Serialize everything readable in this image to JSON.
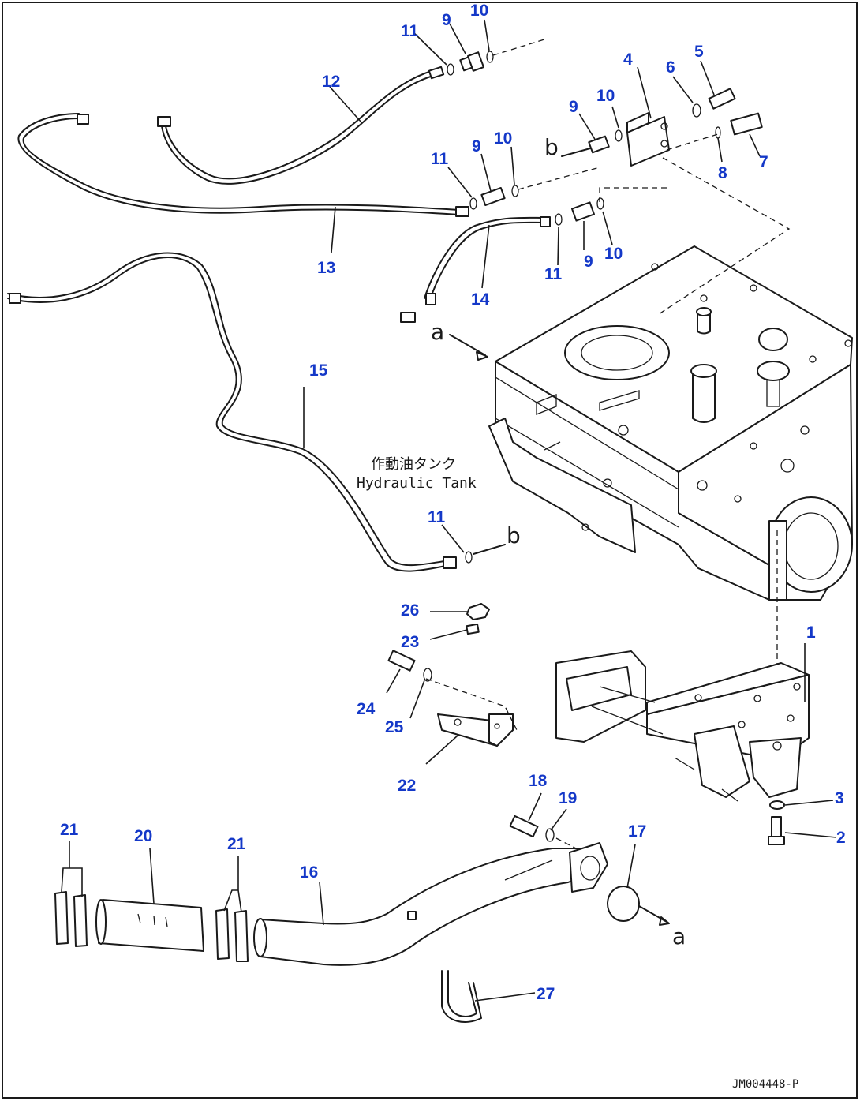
{
  "diagram": {
    "part_numbers": [
      "1",
      "2",
      "3",
      "4",
      "5",
      "6",
      "7",
      "8",
      "9",
      "10",
      "11",
      "12",
      "13",
      "14",
      "15",
      "16",
      "17",
      "18",
      "19",
      "20",
      "21",
      "22",
      "23",
      "24",
      "25",
      "26",
      "27"
    ],
    "callouts": {
      "n1": "1",
      "n2": "2",
      "n3": "3",
      "n4": "4",
      "n5": "5",
      "n6": "6",
      "n7": "7",
      "n8": "8",
      "n9": "9",
      "n10": "10",
      "n11": "11",
      "n12": "12",
      "n13": "13",
      "n14": "14",
      "n15": "15",
      "n16": "16",
      "n17": "17",
      "n18": "18",
      "n19": "19",
      "n20": "20",
      "n21": "21",
      "n22": "22",
      "n23": "23",
      "n24": "24",
      "n25": "25",
      "n26": "26",
      "n27": "27"
    },
    "reference_marks": {
      "a": "a",
      "b": "b"
    },
    "tank_label_jp": "作動油タンク",
    "tank_label_en": "Hydraulic Tank",
    "drawing_code": "JM004448-P",
    "colors": {
      "callout": "#1438c8",
      "line": "#1a1a1a",
      "border": "#1a1a1a",
      "background": "#ffffff"
    }
  }
}
